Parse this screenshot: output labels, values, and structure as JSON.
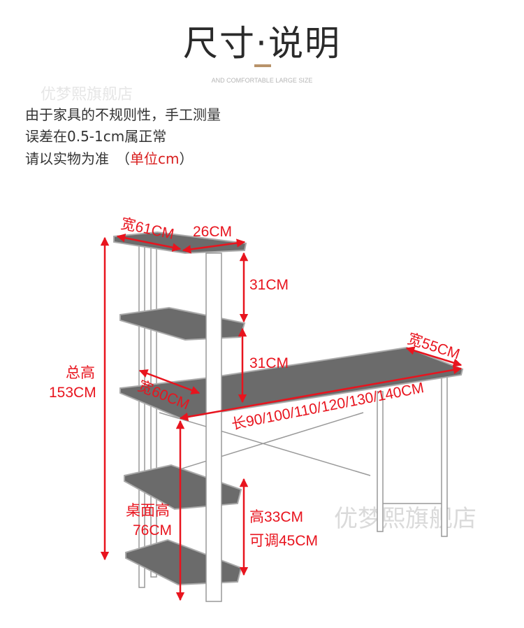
{
  "header": {
    "title": "尺寸·说明",
    "subtitle": "AND COMFORTABLE LARGE SIZE"
  },
  "watermark": "优梦熙旗舰店",
  "notes": {
    "line1": "由于家具的不规则性，手工测量",
    "line2": "误差在0.5-1cm属正常",
    "line3_prefix": "请以实物为准　（",
    "line3_unit": "单位cm",
    "line3_suffix": "）"
  },
  "dimensions": {
    "top_width": "宽61CM",
    "top_depth": "26CM",
    "shelf_gap1": "31CM",
    "shelf_gap2": "31CM",
    "desk_depth": "宽55CM",
    "shelf_width": "宽60CM",
    "desk_length": "长90/100/110/120/130/140CM",
    "total_height_label": "总高",
    "total_height": "153CM",
    "desk_height_label": "桌面高",
    "desk_height": "76CM",
    "lower_gap": "高33CM",
    "lower_adjust": "可调45CM"
  },
  "colors": {
    "accent": "#e8141e",
    "shelf": "#6b6b6b",
    "rule": "#b8936a"
  }
}
